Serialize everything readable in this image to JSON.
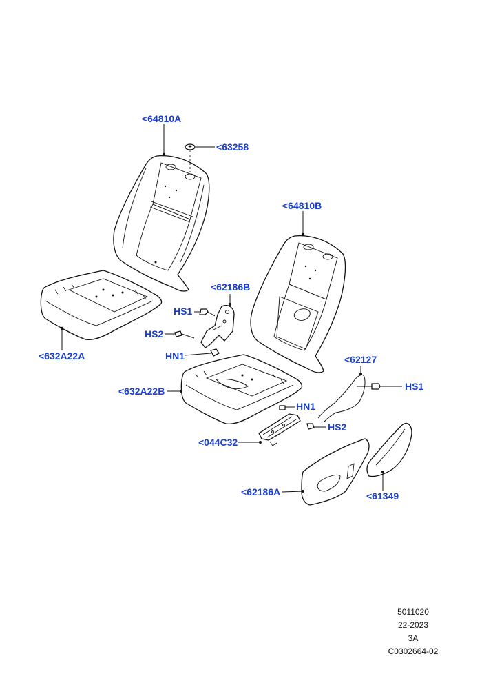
{
  "callouts": {
    "backrest_left": "<64810A",
    "headrest_guide": "<63258",
    "backrest_right": "<64810B",
    "cushion_left": "<632A22A",
    "bracket_b": "<62186B",
    "hs1_left": "HS1",
    "hs2_left": "HS2",
    "hn1_left": "HN1",
    "cushion_right": "<632A22B",
    "wire": "<62127",
    "hs1_right": "HS1",
    "hn1_right": "HN1",
    "hs2_right": "HS2",
    "track": "<044C32",
    "shield_a": "<62186A",
    "trim": "<61349"
  },
  "footer": {
    "line1": "5011020",
    "line2": "22-2023",
    "line3": "3A",
    "line4": "C0302664-02"
  }
}
